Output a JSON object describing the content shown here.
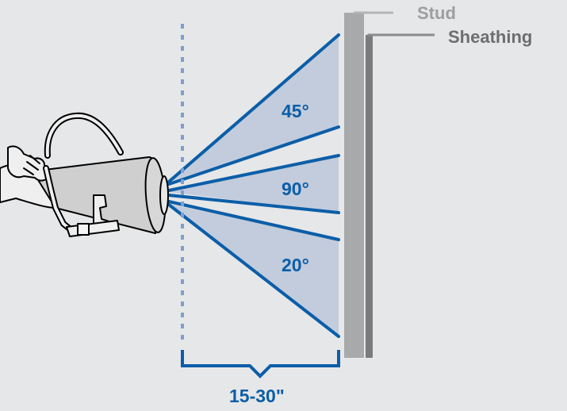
{
  "labels": {
    "stud": "Stud",
    "sheathing": "Sheathing",
    "angle_top": "45°",
    "angle_middle": "90°",
    "angle_bottom": "20°",
    "distance": "15-30\""
  },
  "colors": {
    "background": "#e6e7e8",
    "spray_blue": "#0b5ea8",
    "spray_fill": "#c3ccdc",
    "dotted_line": "#7f9ed0",
    "stud": "#a8a9ab",
    "sheathing": "#7a7b7d",
    "leader_stud": "#b3b4b6",
    "leader_sheathing": "#8a8b8d",
    "label_stud": "#9d9ea0",
    "label_sheathing": "#6d6e70",
    "gun_outline": "#000000",
    "gun_body": "#cfcfd0"
  },
  "icons": {
    "gun": "spray-gun-icon"
  }
}
